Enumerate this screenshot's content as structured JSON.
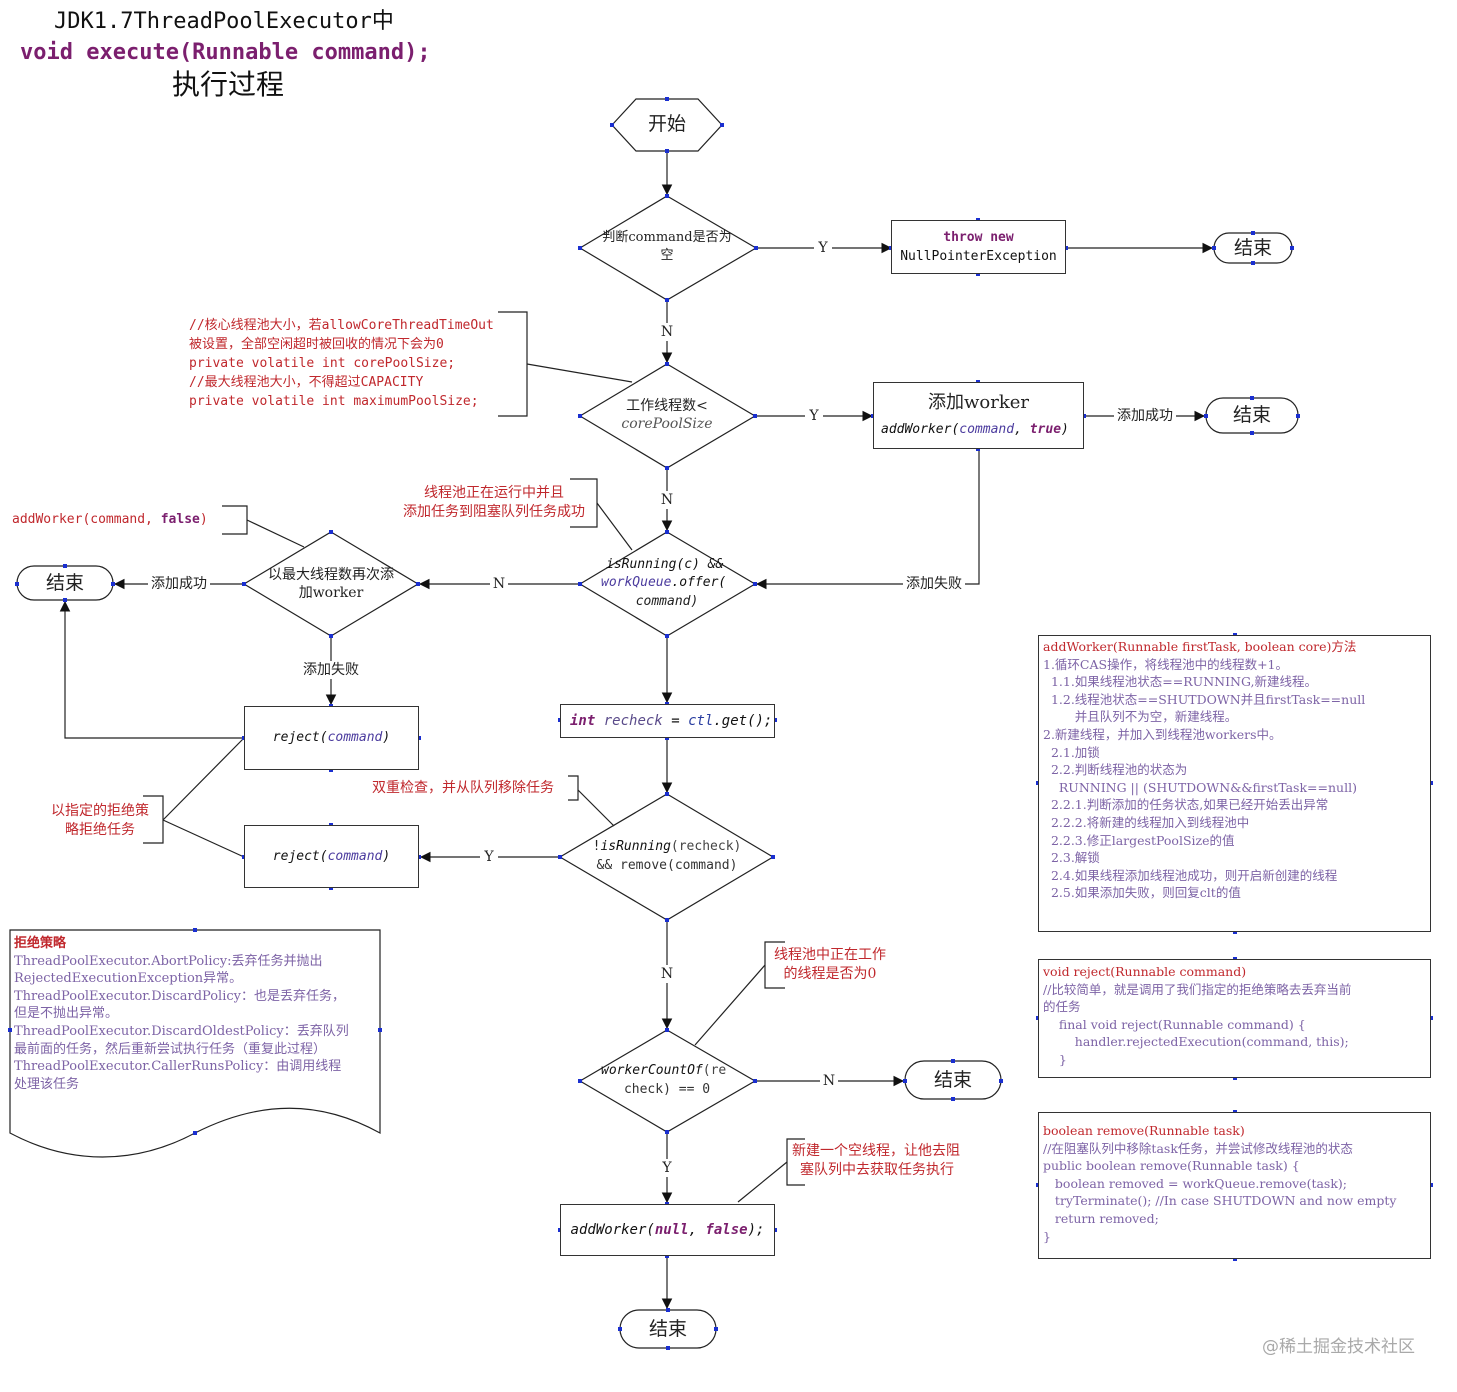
{
  "title": {
    "line1": "JDK1.7ThreadPoolExecutor中",
    "line2": "void execute(Runnable command);",
    "line3": "执行过程"
  },
  "nodes": {
    "start": "开始",
    "check_null": "判断command是否为空",
    "throw_kw": "throw new",
    "throw_cls": "NullPointerException",
    "end1": "结束",
    "core_line1": "工作线程数<",
    "core_line2": "corePoolSize",
    "add_worker_title": "添加worker",
    "add_worker_fn": "addWorker",
    "add_worker_args": "command",
    "add_worker_true": "true",
    "end2": "结束",
    "running_l1a": "isRunning",
    "running_l1b": "(c) &&",
    "running_l2a": "workQueue",
    "running_l2b": ".offer(",
    "running_l3": "command)",
    "max_retry": "以最大线程数再次添加worker",
    "end3": "结束",
    "reject1_fn": "reject",
    "reject1_arg": "command",
    "reject2_fn": "reject",
    "reject2_arg": "command",
    "recheck_kw": "int",
    "recheck_var": "recheck",
    "recheck_ctl": "ctl",
    "recheck_get": ".get();",
    "double_l1a": "!",
    "double_l1b": "isRunning",
    "double_l1c": "(recheck)",
    "double_l2": "&& remove(command)",
    "wc_l1a": "workerCountOf",
    "wc_l1b": "(re",
    "wc_l2": "check) == 0",
    "end4": "结束",
    "add_null_fn": "addWorker",
    "add_null_null": "null",
    "add_null_false": "false",
    "end5": "结束"
  },
  "edge_labels": {
    "y1": "Y",
    "n1": "N",
    "y2": "Y",
    "success1": "添加成功",
    "n2": "N",
    "fail1": "添加失败",
    "n3": "N",
    "success2": "添加成功",
    "fail2": "添加失败",
    "y3": "Y",
    "n4": "N",
    "n5": "N",
    "y4": "Y"
  },
  "annotations": {
    "core_comment": [
      "//核心线程池大小，若allowCoreThreadTimeOut",
      "被设置，全部空闲超时被回收的情况下会为0",
      "private volatile int corePoolSize;",
      "//最大线程池大小，不得超过CAPACITY",
      "private volatile int maximumPoolSize;"
    ],
    "running_comment": [
      "线程池正在运行中并且",
      "添加任务到阻塞队列任务成功"
    ],
    "add_false_comment": [
      "addWorker(command, ",
      "false",
      ")"
    ],
    "reject_comment": [
      "以指定的拒绝策",
      "略拒绝任务"
    ],
    "double_comment": "双重检查，并从队列移除任务",
    "working_comment": [
      "线程池中正在工作",
      "的线程是否为0"
    ],
    "new_thread_comment": [
      "新建一个空线程，让他去阻",
      "塞队列中去获取任务执行"
    ]
  },
  "policy_doc": {
    "title": "拒绝策略",
    "lines": [
      "ThreadPoolExecutor.AbortPolicy:丢弃任务并抛出",
      "RejectedExecutionException异常。",
      "ThreadPoolExecutor.DiscardPolicy：也是丢弃任务，",
      "但是不抛出异常。",
      "ThreadPoolExecutor.DiscardOldestPolicy：丢弃队列",
      "最前面的任务，然后重新尝试执行任务（重复此过程）",
      "ThreadPoolExecutor.CallerRunsPolicy：由调用线程",
      "处理该任务"
    ]
  },
  "add_worker_doc": {
    "title": "addWorker(Runnable firstTask, boolean core)方法",
    "lines": [
      "1.循环CAS操作，将线程池中的线程数+1。",
      "  1.1.如果线程池状态==RUNNING,新建线程。",
      "  1.2.线程池状态==SHUTDOWN并且firstTask==null",
      "        并且队列不为空，新建线程。",
      "2.新建线程，并加入到线程池workers中。",
      "  2.1.加锁",
      "  2.2.判断线程池的状态为",
      "    RUNNING || (SHUTDOWN&&firstTask==null)",
      "  2.2.1.判断添加的任务状态,如果已经开始丢出异常",
      "  2.2.2.将新建的线程加入到线程池中",
      "  2.2.3.修正largestPoolSize的值",
      "  2.3.解锁",
      "  2.4.如果线程添加线程池成功，则开启新创建的线程",
      "  2.5.如果添加失败，则回复clt的值"
    ]
  },
  "reject_doc": {
    "title": "void reject(Runnable command)",
    "lines": [
      "//比较简单，就是调用了我们指定的拒绝策略去丢弃当前",
      "的任务",
      "    final void reject(Runnable command) {",
      "        handler.rejectedExecution(command, this);",
      "    }"
    ]
  },
  "remove_doc": {
    "title": "boolean remove(Runnable task)",
    "lines": [
      "//在阻塞队列中移除task任务，并尝试修改线程池的状态",
      "public boolean remove(Runnable task) {",
      "   boolean removed = workQueue.remove(task);",
      "   tryTerminate(); //In case SHUTDOWN and now empty",
      "   return removed;",
      "}"
    ]
  },
  "watermark": "@稀土掘金技术社区",
  "colors": {
    "line": "#222222",
    "handle": "#1a2fd0",
    "red_text": "#c0282d",
    "purple_keyword": "#7b1f6e",
    "lavender_text": "#7d63a6"
  }
}
